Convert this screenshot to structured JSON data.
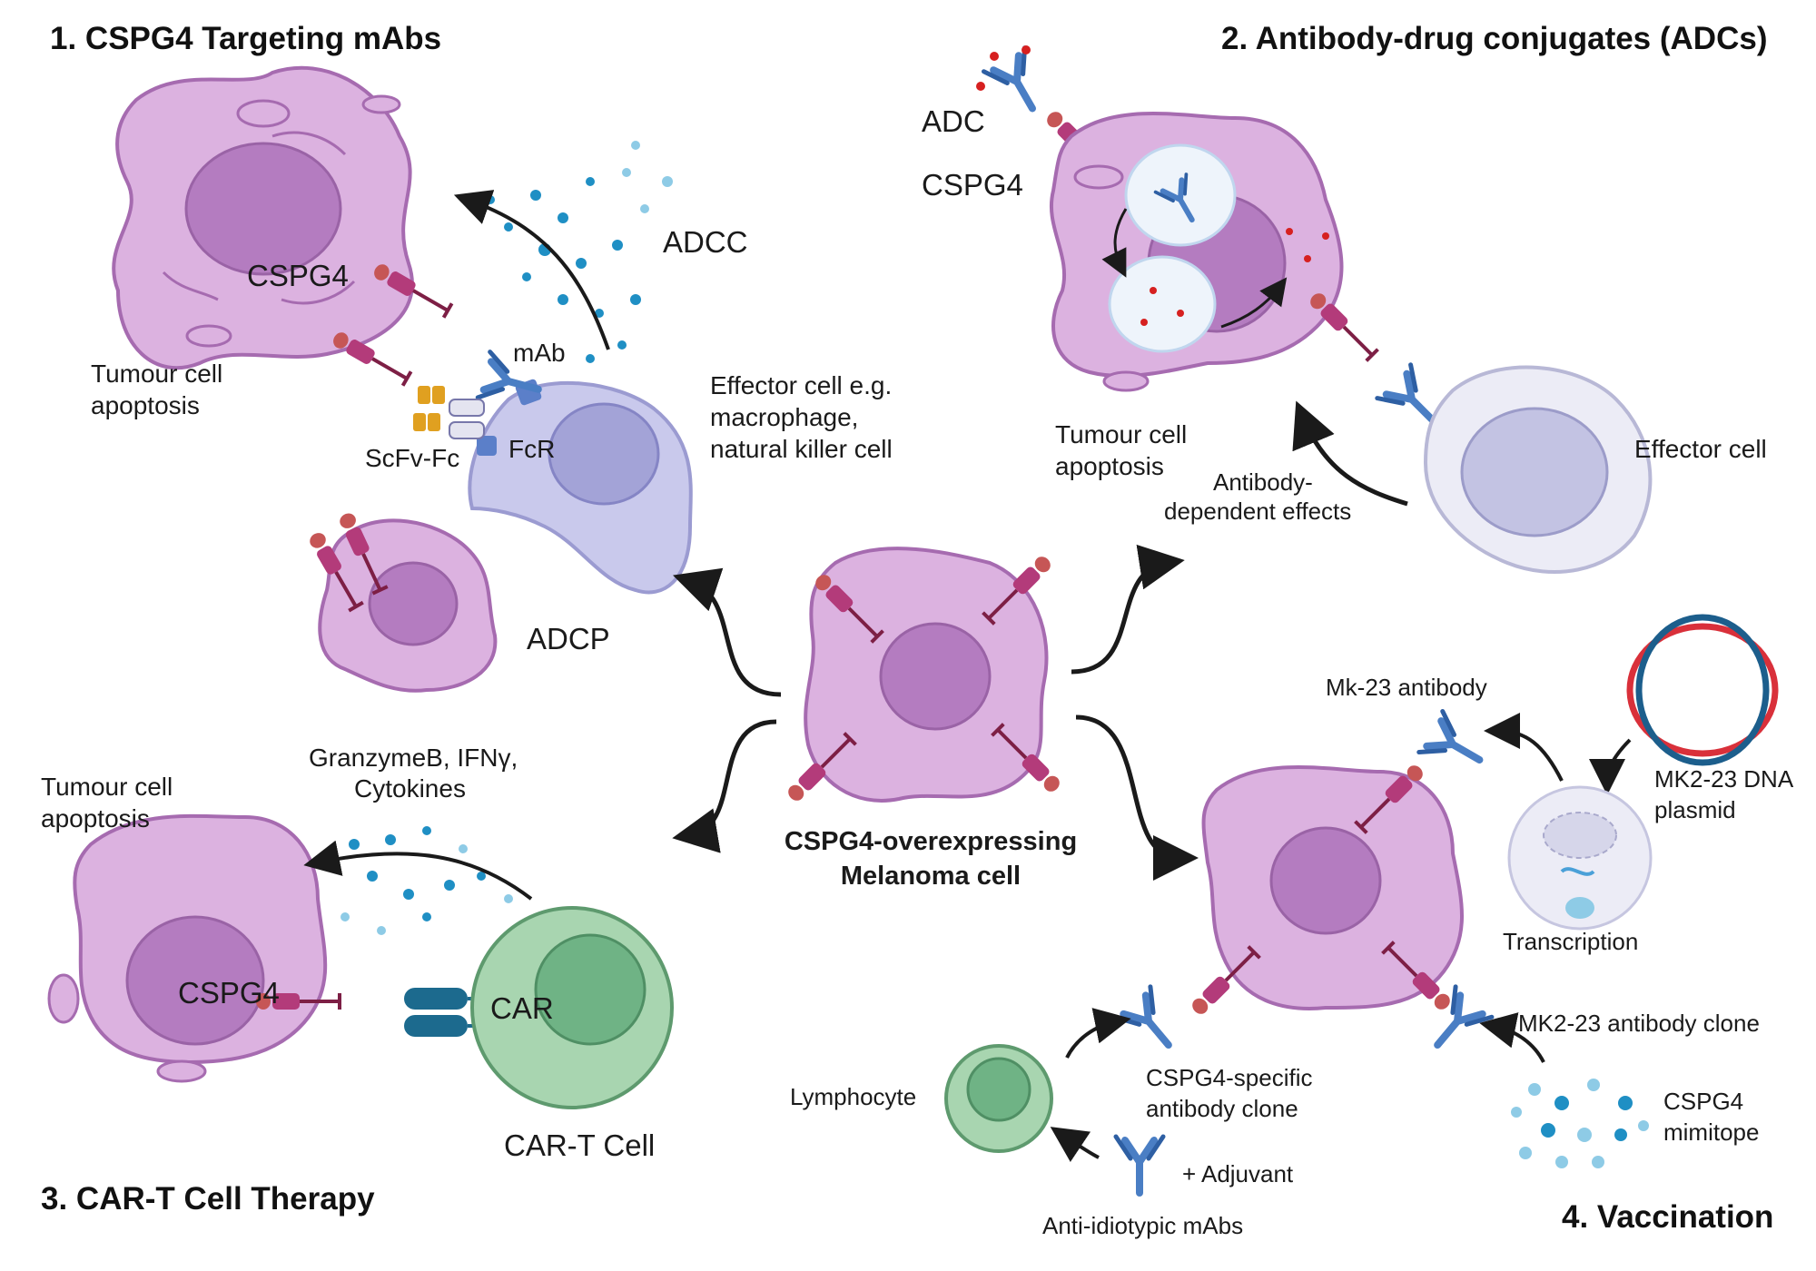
{
  "titles": {
    "s1": "1.  CSPG4 Targeting mAbs",
    "s2": "2. Antibody-drug conjugates (ADCs)",
    "s3": "3. CAR-T Cell Therapy",
    "s4": "4. Vaccination"
  },
  "section1": {
    "cspg4": "CSPG4",
    "apoptosis_l1": "Tumour cell",
    "apoptosis_l2": "apoptosis",
    "adcc": "ADCC",
    "mab": "mAb",
    "scfv": "ScFv-Fc",
    "fcr": "FcR",
    "effector_l1": "Effector cell e.g.",
    "effector_l2": "macrophage,",
    "effector_l3": "natural killer cell",
    "adcp": "ADCP"
  },
  "section2": {
    "adc": "ADC",
    "cspg4": "CSPG4",
    "apoptosis_l1": "Tumour cell",
    "apoptosis_l2": "apoptosis",
    "antibody_l1": "Antibody-",
    "antibody_l2": "dependent effects",
    "effector": "Effector cell"
  },
  "center": {
    "l1": "CSPG4-overexpressing",
    "l2": "Melanoma cell"
  },
  "section3": {
    "apoptosis_l1": "Tumour cell",
    "apoptosis_l2": "apoptosis",
    "granzyme_l1": "GranzymeB, IFNγ,",
    "granzyme_l2": "Cytokines",
    "cspg4": "CSPG4",
    "car": "CAR",
    "cart": "CAR-T Cell"
  },
  "section4": {
    "mk23_antibody": "Mk-23 antibody",
    "plasmid_l1": "MK2-23 DNA",
    "plasmid_l2": "plasmid",
    "transcription": "Transcription",
    "clone": "MK2-23 antibody clone",
    "mimitope_l1": "CSPG4",
    "mimitope_l2": "mimitope",
    "lymphocyte": "Lymphocyte",
    "specific_l1": "CSPG4-specific",
    "specific_l2": "antibody clone",
    "adjuvant": "+ Adjuvant",
    "anti_idiotypic": "Anti-idiotypic mAbs"
  },
  "colors": {
    "cell_fill": "#dcb2e0",
    "cell_stroke": "#a66bb0",
    "nucleus": "#b47cc0",
    "effector_fill": "#c9c9ec",
    "car_outer": "#a8d5b0",
    "car_inner": "#6fb385",
    "antibody": "#4a7ec4",
    "receptor": "#a0306a",
    "dots": "#1f8fc4"
  }
}
